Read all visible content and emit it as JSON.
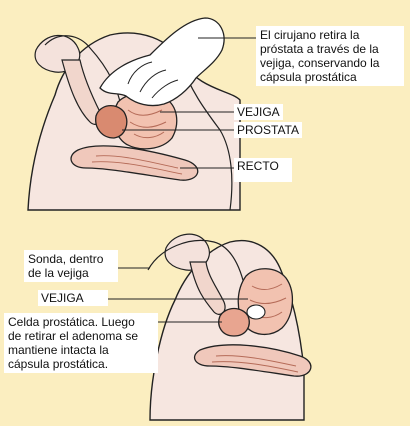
{
  "top_panel": {
    "surgeon_note": [
      "El cirujano retira la",
      "próstata a través de la",
      "vejiga, conservando la",
      "cápsula prostática"
    ],
    "label_bladder": "VEJIGA",
    "label_prostate": "PROSTATA",
    "label_rectum": "RECTO"
  },
  "bottom_panel": {
    "catheter_note": [
      "Sonda, dentro",
      "de la vejiga"
    ],
    "label_bladder": "VEJIGA",
    "capsule_note": [
      "Celda prostática. Luego",
      "de retirar el adenoma se",
      "mantiene intacta la",
      "cápsula prostática."
    ]
  },
  "colors": {
    "background": "#fbeec0",
    "skin": "#f6e6e0",
    "organ": "#f2c2b0",
    "prostate": "#d98a70",
    "outline": "#222222",
    "glove": "#ffffff"
  }
}
